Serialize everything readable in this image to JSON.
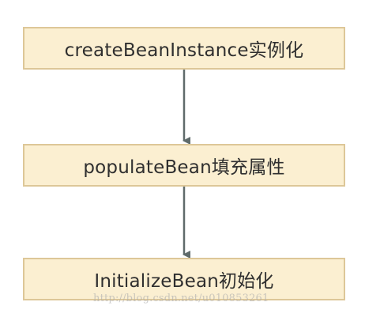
{
  "diagram": {
    "nodes": [
      {
        "label": "createBeanInstance实例化"
      },
      {
        "label": "populateBean填充属性"
      },
      {
        "label": "InitializeBean初始化"
      }
    ],
    "edges": [
      {
        "from": 0,
        "to": 1
      },
      {
        "from": 1,
        "to": 2
      }
    ],
    "colors": {
      "node_fill": "#fbefd1",
      "node_border": "#ddc798",
      "arrow": "#5f6b6b",
      "text": "#2f2f2f"
    }
  },
  "watermark": {
    "text": "http://blog.csdn.net/u010853261"
  }
}
